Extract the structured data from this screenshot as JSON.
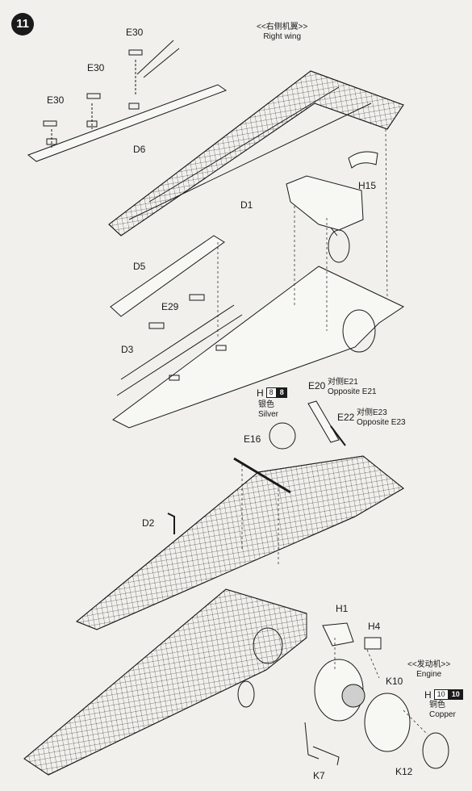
{
  "step_number": "11",
  "sections": {
    "right_wing": {
      "cn": "<<右侧机翼>>",
      "en": "Right wing"
    },
    "engine": {
      "cn": "<<发动机>>",
      "en": "Engine"
    }
  },
  "parts": {
    "e30_a": "E30",
    "e30_b": "E30",
    "e30_c": "E30",
    "d6": "D6",
    "d1": "D1",
    "h15": "H15",
    "d5": "D5",
    "e29": "E29",
    "d3": "D3",
    "e20": "E20",
    "e21_note_cn": "对侧E21",
    "e21_note_en": "Opposite E21",
    "e22": "E22",
    "e23_note_cn": "对侧E23",
    "e23_note_en": "Opposite E23",
    "e16": "E16",
    "d2": "D2",
    "h1": "H1",
    "h4": "H4",
    "k10": "K10",
    "k12": "K12",
    "k7": "K7"
  },
  "paints": {
    "silver": {
      "letter": "H",
      "code_a": "8",
      "code_b": "8",
      "cn": "银色",
      "en": "Silver"
    },
    "copper": {
      "letter": "H",
      "code_a": "10",
      "code_b": "10",
      "cn": "铜色",
      "en": "Copper"
    }
  },
  "colors": {
    "ink": "#1a1a1a",
    "paper": "#f1f0ec"
  }
}
